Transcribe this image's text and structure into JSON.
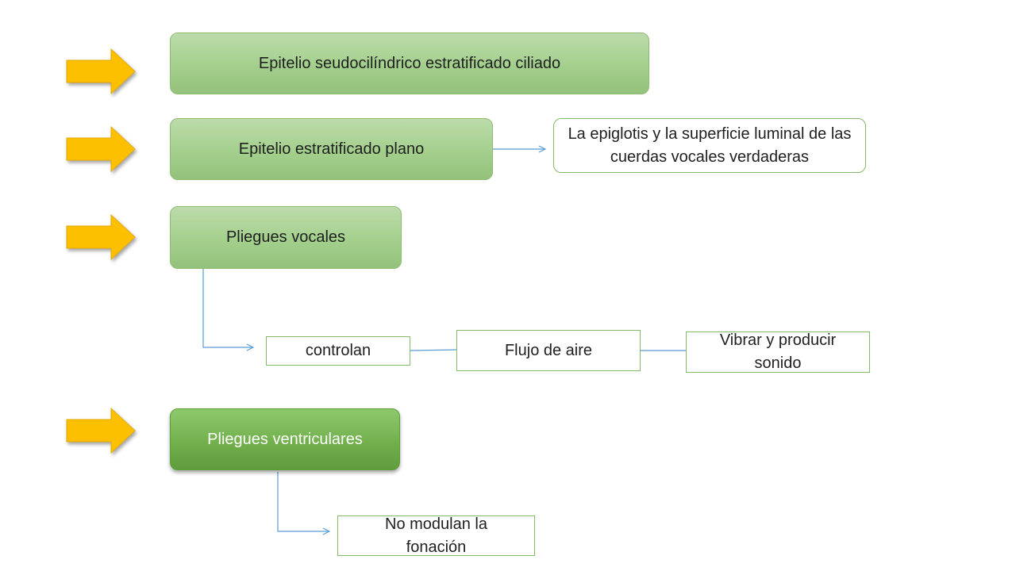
{
  "colors": {
    "arrow_fill": "#fcc000",
    "green_box": "#a9d18e",
    "green_box_strong": "#70ad47",
    "box_border": "#86b96a",
    "connector": "#5b9bd5"
  },
  "rows": [
    {
      "icon": "right-arrow-icon",
      "label": "Epitelio seudocilíndrico estratificado ciliado"
    },
    {
      "icon": "right-arrow-icon",
      "label": "Epitelio estratificado plano"
    },
    {
      "icon": "right-arrow-icon",
      "label": "Pliegues vocales"
    },
    {
      "icon": "right-arrow-icon",
      "label": "Pliegues ventriculares"
    }
  ],
  "details": {
    "epiglotis": "La epiglotis y la superficie luminal de las cuerdas vocales verdaderas",
    "controlan": "controlan",
    "flujo_aire": "Flujo de aire",
    "vibrar": "Vibrar y producir sonido",
    "no_modulan": "No modulan la fonación"
  }
}
